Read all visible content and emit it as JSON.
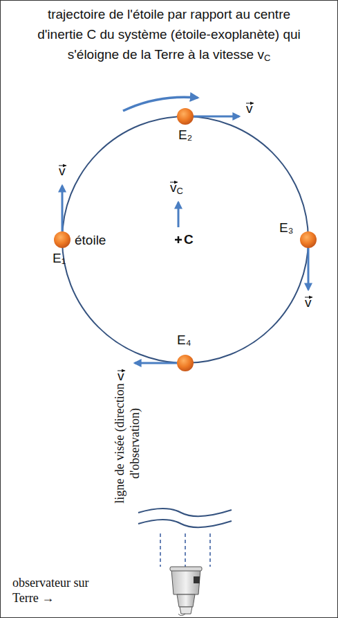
{
  "diagram": {
    "title": "trajectoire de l'étoile par rapport au centre d'inertie C du système (étoile-exoplanète) qui s'éloigne de la Terre à la vitesse v",
    "labels": [
      "C",
      "E₂",
      "v",
      "E₁",
      "v",
      "v",
      "C",
      "C",
      "étoile",
      "E₃",
      "v",
      "E₄",
      "v",
      "ligne de visée (direction d'observation)",
      "observateur sur Terre →"
    ]
  }
}
